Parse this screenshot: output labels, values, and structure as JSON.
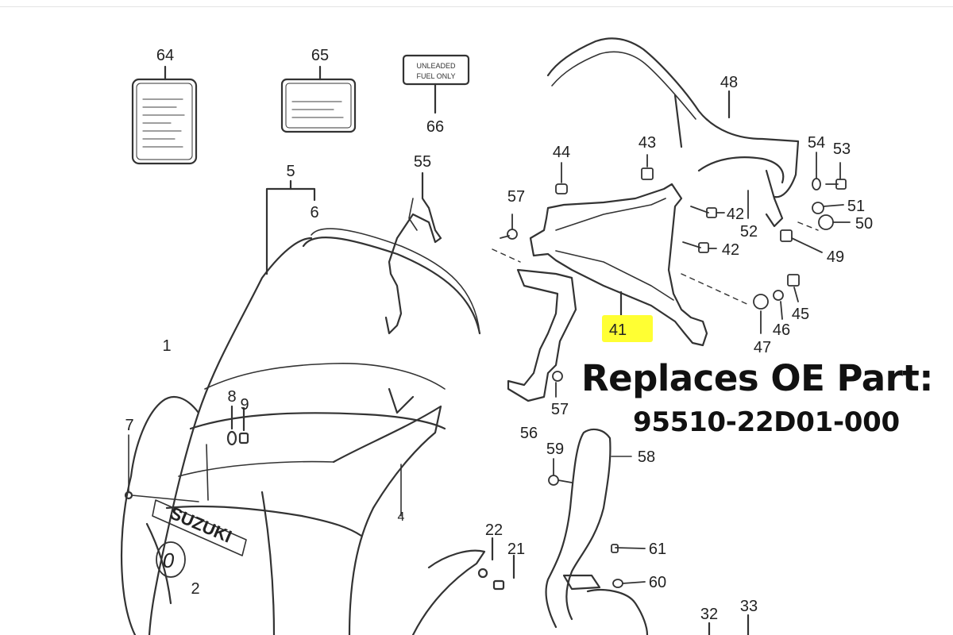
{
  "callout": {
    "title": "Replaces OE Part:",
    "part_number": "95510-22D01-000"
  },
  "highlight": {
    "label": "41",
    "color": "#ffff33"
  },
  "decals": {
    "unleaded_line1": "UNLEADED",
    "unleaded_line2": "FUEL ONLY",
    "brand": "SUZUKI"
  },
  "labels": {
    "l1": "1",
    "l2": "2",
    "l4": "4",
    "l5": "5",
    "l6": "6",
    "l7": "7",
    "l8": "8",
    "l9": "9",
    "l21": "21",
    "l22": "22",
    "l32": "32",
    "l33": "33",
    "l42a": "42",
    "l42b": "42",
    "l43": "43",
    "l44": "44",
    "l45": "45",
    "l46": "46",
    "l47": "47",
    "l48": "48",
    "l49": "49",
    "l50": "50",
    "l51": "51",
    "l52": "52",
    "l53": "53",
    "l54": "54",
    "l55": "55",
    "l56": "56",
    "l57a": "57",
    "l57b": "57",
    "l58": "58",
    "l59": "59",
    "l60": "60",
    "l61": "61",
    "l64": "64",
    "l65": "65",
    "l66": "66"
  }
}
